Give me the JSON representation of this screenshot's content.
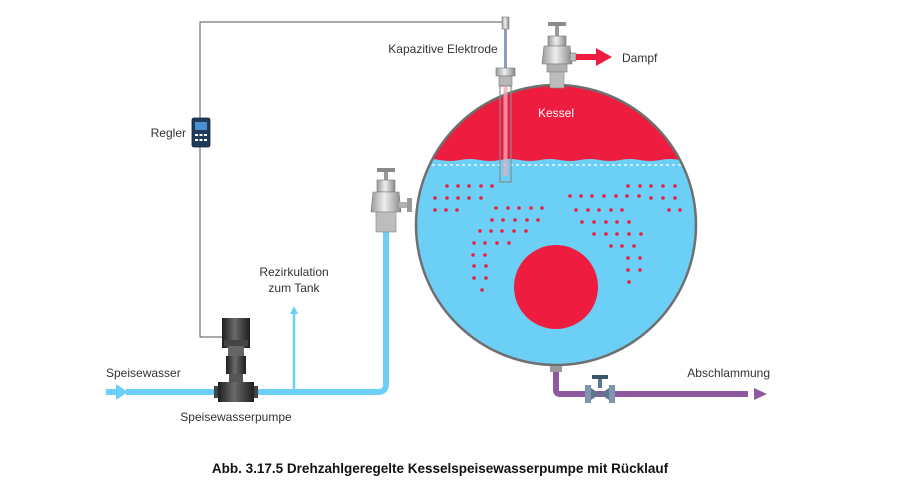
{
  "labels": {
    "electrode": "Kapazitive Elektrode",
    "steam": "Dampf",
    "boiler": "Kessel",
    "controller": "Regler",
    "recirculation_line1": "Rezirkulation",
    "recirculation_line2": "zum Tank",
    "feedwater": "Speisewasser",
    "pump": "Speisewasserpumpe",
    "blowdown": "Abschlammung"
  },
  "caption": "Abb. 3.17.5 Drehzahlgeregelte Kesselspeisewasserpumpe mit Rücklauf",
  "icons": [
    "valve-icon",
    "pump-icon",
    "controller-icon",
    "arrow-icon"
  ],
  "colors": {
    "water": "#6ccff6",
    "steam": "#ee1d3f",
    "blowdown": "#8e59a1",
    "signal": "#555555",
    "valve": "#c8c8c8",
    "shell": "#707070"
  }
}
